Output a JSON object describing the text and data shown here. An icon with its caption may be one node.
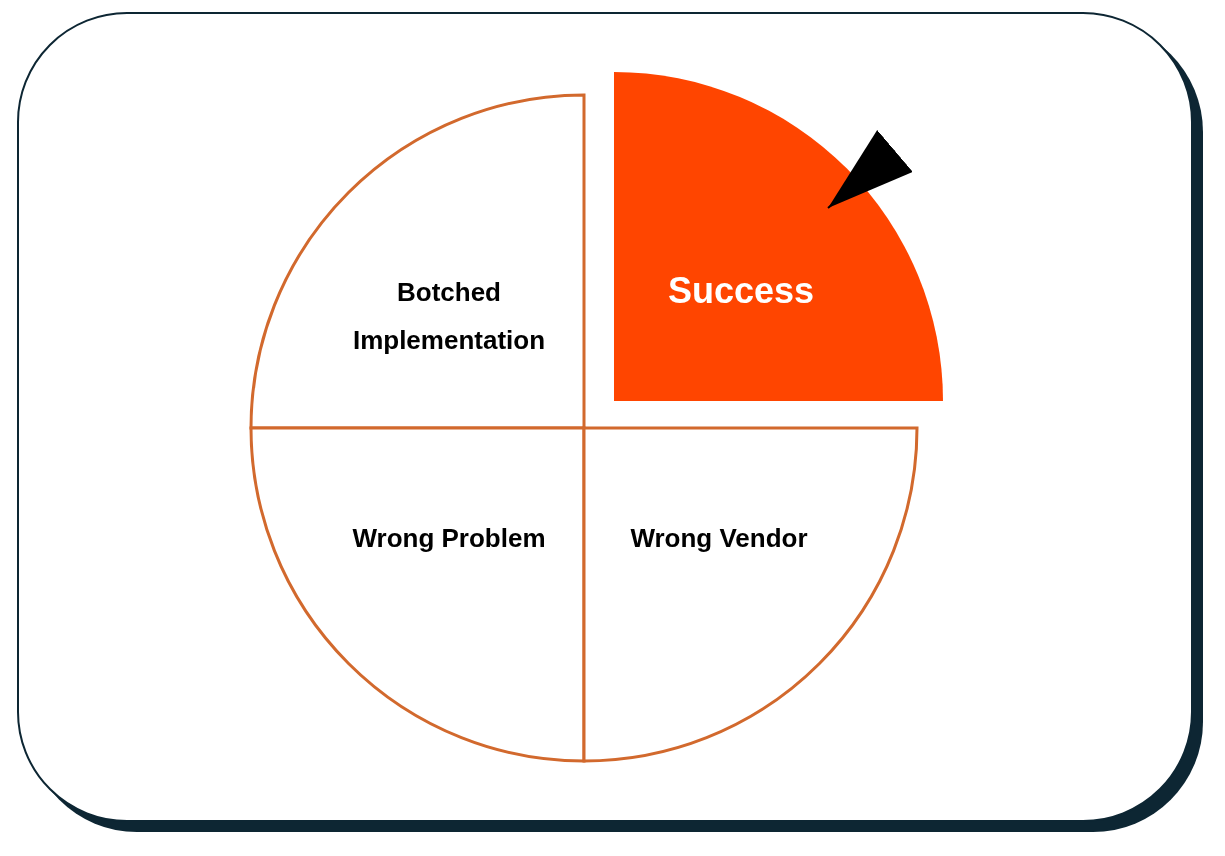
{
  "diagram": {
    "nodes": [
      {
        "text": [
          "Botched Implementation"
        ]
      },
      {
        "text": [
          "Success"
        ]
      },
      {
        "text": [
          "Wrong Problem"
        ]
      },
      {
        "text": [
          "Wrong Vendor"
        ]
      }
    ],
    "edges": [
      {
        "from": null,
        "to": 1,
        "arrow": "to"
      }
    ]
  }
}
